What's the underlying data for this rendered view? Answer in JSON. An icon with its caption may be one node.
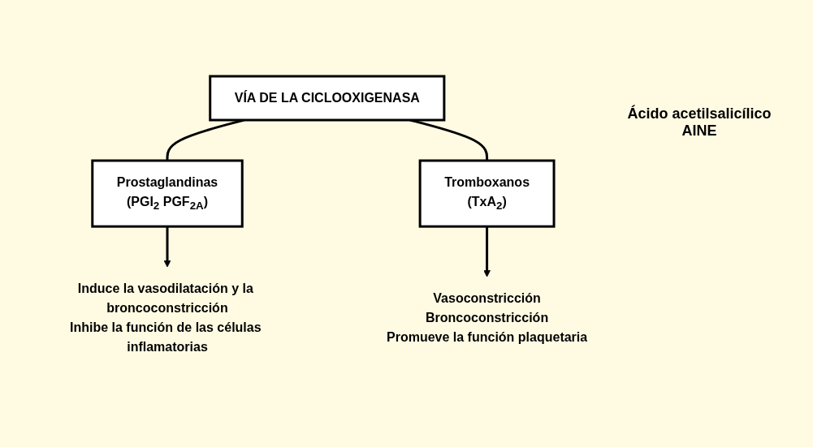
{
  "diagram": {
    "nodes": [
      {
        "text": [
          "VÍA DE LA CICLOOXIGENASA"
        ]
      },
      {
        "text": [
          "Prostaglandinas",
          "(PGI$_{2}$ PGF$_{2A}$)"
        ]
      },
      {
        "text": [
          "Tromboxanos",
          "(TxA$_{2}$)"
        ]
      },
      {
        "text": [
          "Induce la vasodilatación y la broncoconstricción",
          "Inhibe la función de las células inflamatorias"
        ]
      },
      {
        "text": [
          "Vasoconstricción",
          "Broncoconstricción",
          "Promueve la función plaquetaria"
        ]
      }
    ],
    "edges": [
      {
        "from": 0,
        "to": 1,
        "arrow": "none"
      },
      {
        "from": 0,
        "to": 2,
        "arrow": "none"
      },
      {
        "from": 1,
        "to": 3,
        "arrow": "to"
      },
      {
        "from": 2,
        "to": 4,
        "arrow": "to"
      }
    ],
    "labels": [
      "Ácido acetilsalicílico AINE"
    ]
  }
}
